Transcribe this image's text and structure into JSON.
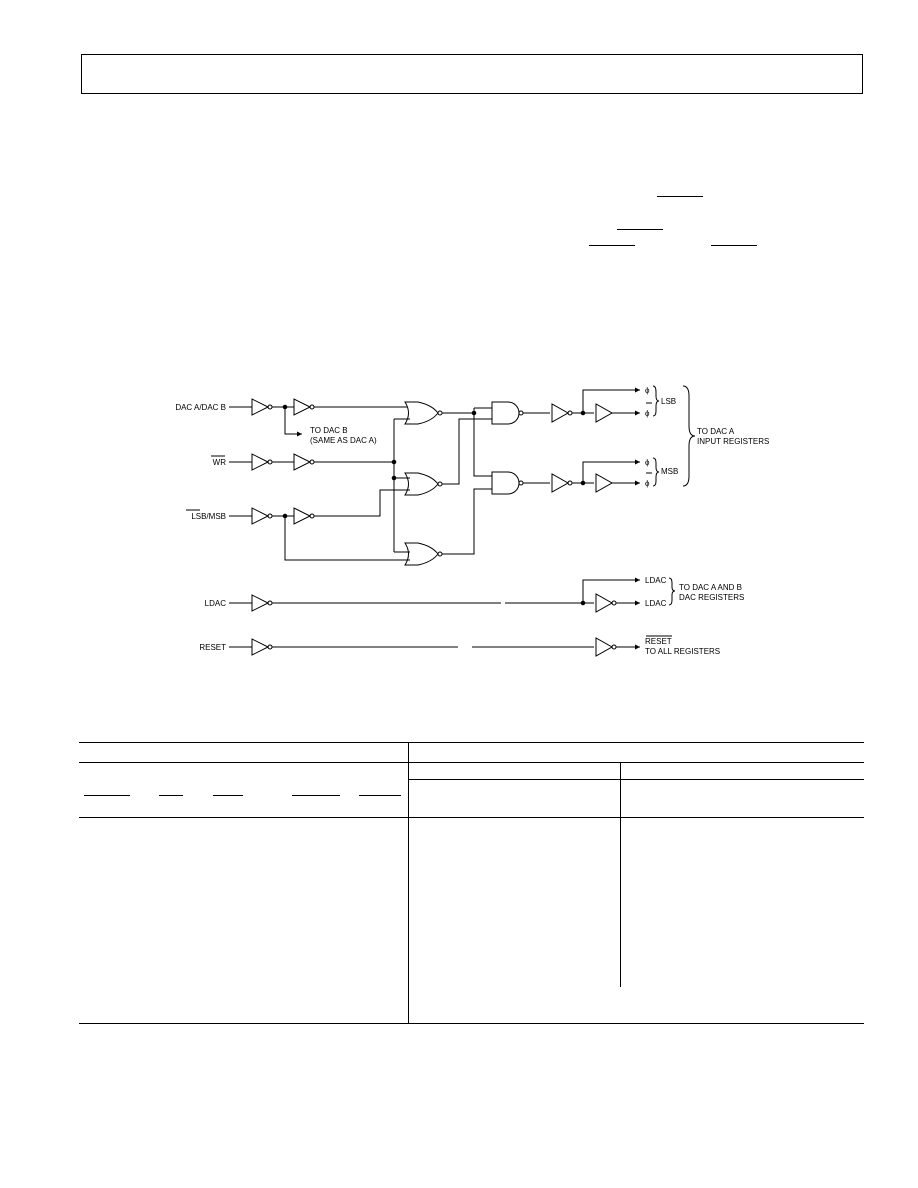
{
  "diagram": {
    "inputs": {
      "dac_select": "DAC A/DAC B",
      "wr": "WR",
      "lsb_msb": "LSB/MSB",
      "ldac": "LDAC",
      "reset": "RESET"
    },
    "notes": {
      "to_dac_b_line1": "TO DAC B",
      "to_dac_b_line2": "(SAME AS DAC A)"
    },
    "outputs": {
      "phi": "ϕ",
      "phi_bar": "ϕ",
      "lsb": "LSB",
      "msb": "MSB",
      "to_dac_a_line1": "TO DAC A",
      "to_dac_a_line2": "INPUT REGISTERS",
      "ldac_out_1": "LDAC",
      "ldac_out_2": "LDAC",
      "to_dac_ab_line1": "TO DAC A AND B",
      "to_dac_ab_line2": "DAC REGISTERS",
      "reset_out": "RESET",
      "to_all_registers": "TO ALL REGISTERS"
    }
  }
}
